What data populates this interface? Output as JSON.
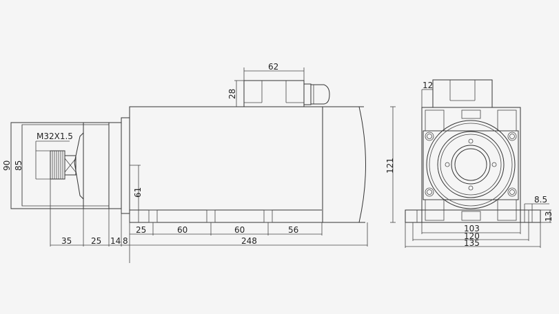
{
  "colors": {
    "background": "#f5f5f5",
    "line": "#333333",
    "text": "#222222"
  },
  "side_view": {
    "thread_label": "M32X1.5",
    "dims": {
      "nose_outer_height": "90",
      "nose_inner_height": "85",
      "nose_len_a": "35",
      "nose_len_b": "25",
      "flange_a": "14",
      "flange_b": "8",
      "foot_height": "61",
      "foot_seg_1": "25",
      "foot_seg_2": "60",
      "foot_seg_3": "60",
      "foot_seg_4": "56",
      "body_length": "248",
      "body_height": "121",
      "junction_box_width": "62",
      "junction_box_height": "28"
    }
  },
  "front_view": {
    "dims": {
      "top_offset": "12",
      "mount_slot": "8.5",
      "base_height": "13",
      "width_inner": "103",
      "width_mid": "120",
      "width_outer": "135"
    }
  }
}
